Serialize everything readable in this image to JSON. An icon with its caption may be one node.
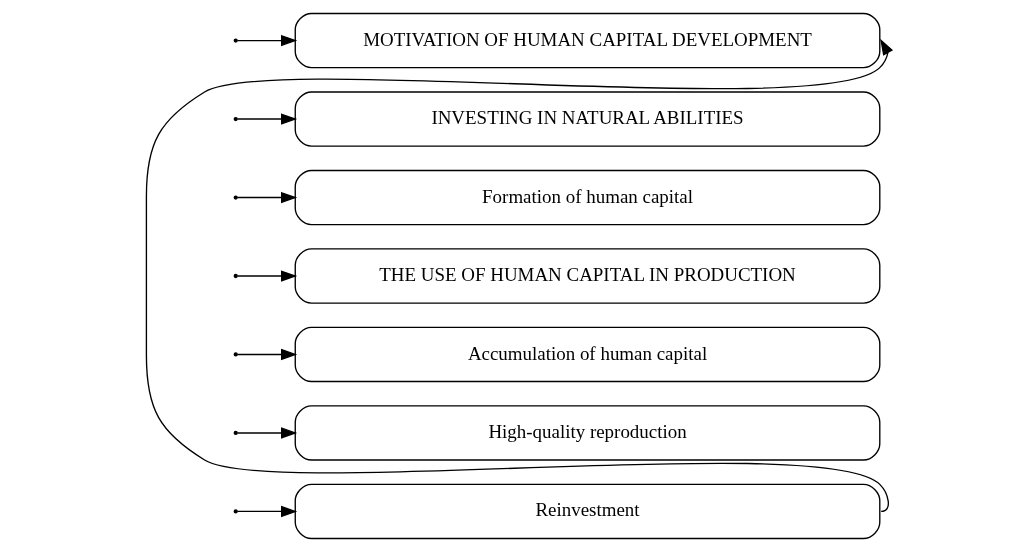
{
  "diagram": {
    "nodes": [
      {
        "text": [
          "MOTIVATION OF HUMAN CAPITAL DEVELOPMENT"
        ]
      },
      {
        "text": [
          "INVESTING IN NATURAL ABILITIES"
        ]
      },
      {
        "text": [
          "Formation of human capital"
        ]
      },
      {
        "text": [
          "THE USE OF HUMAN CAPITAL IN PRODUCTION"
        ]
      },
      {
        "text": [
          "Accumulation of human capital"
        ]
      },
      {
        "text": [
          "High-quality reproduction"
        ]
      },
      {
        "text": [
          "Reinvestment"
        ]
      }
    ],
    "edges": [
      {
        "from": null,
        "to": 0,
        "arrow": "to"
      },
      {
        "from": null,
        "to": 1,
        "arrow": "to"
      },
      {
        "from": null,
        "to": 2,
        "arrow": "to"
      },
      {
        "from": null,
        "to": 3,
        "arrow": "to"
      },
      {
        "from": null,
        "to": 4,
        "arrow": "to"
      },
      {
        "from": null,
        "to": 5,
        "arrow": "to"
      },
      {
        "from": null,
        "to": 6,
        "arrow": "to"
      },
      {
        "from": 6,
        "to": 0,
        "arrow": "to"
      }
    ]
  }
}
